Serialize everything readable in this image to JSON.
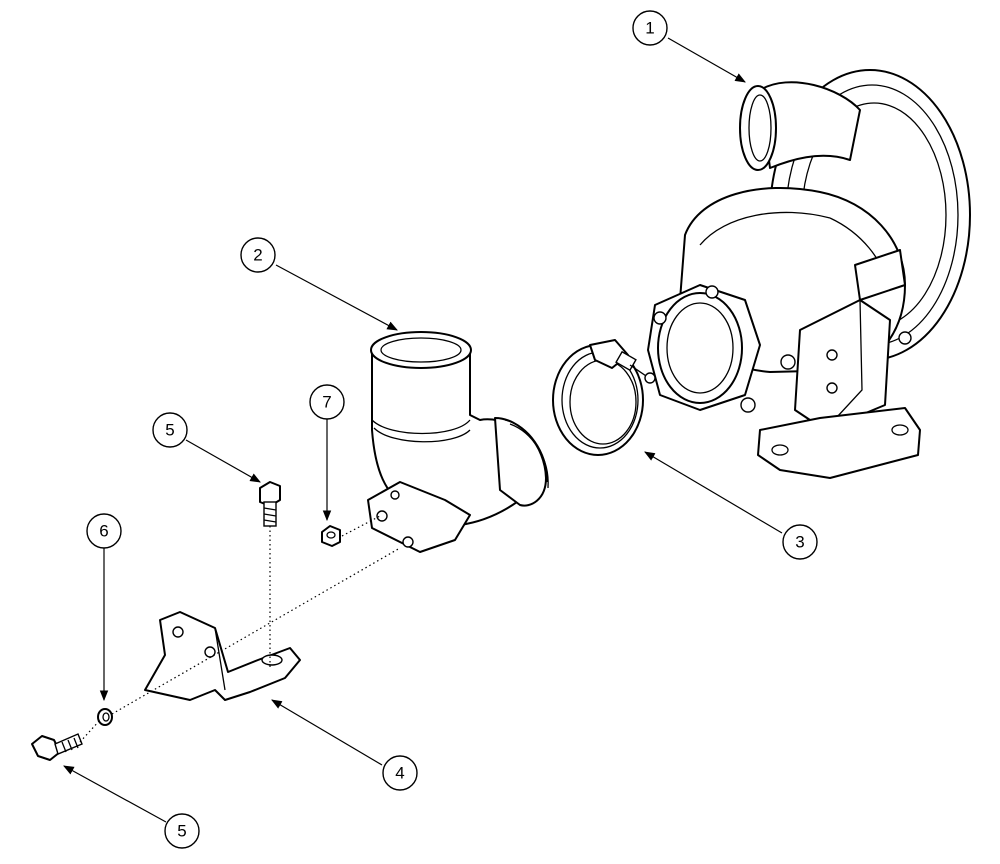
{
  "callouts": [
    {
      "id": "1",
      "label": "1"
    },
    {
      "id": "2",
      "label": "2"
    },
    {
      "id": "3",
      "label": "3"
    },
    {
      "id": "4",
      "label": "4"
    },
    {
      "id": "5a",
      "label": "5"
    },
    {
      "id": "6",
      "label": "6"
    },
    {
      "id": "7",
      "label": "7"
    },
    {
      "id": "5b",
      "label": "5"
    }
  ]
}
